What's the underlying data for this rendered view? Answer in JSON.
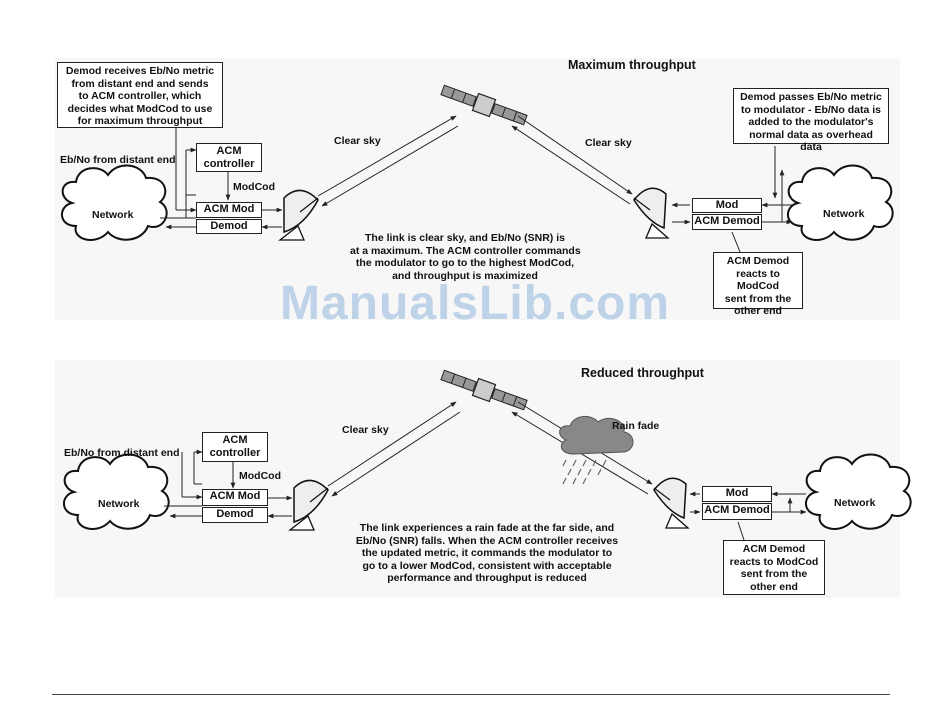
{
  "top": {
    "title": "Maximum throughput",
    "left_note": [
      "Demod receives Eb/No metric",
      "from distant end and sends",
      "to ACM controller, which",
      "decides what ModCod to use",
      "for maximum throughput"
    ],
    "right_note": [
      "Demod passes Eb/No metric",
      "to modulator - Eb/No data is",
      "added to the modulator's",
      "normal data as overhead data"
    ],
    "eb_no_label": "Eb/No from distant end",
    "acm_controller": [
      "ACM",
      "controller"
    ],
    "modcod": "ModCod",
    "acm_mod": "ACM Mod",
    "demod": "Demod",
    "mod": "Mod",
    "acm_demod": "ACM Demod",
    "network_left": "Network",
    "network_right": "Network",
    "clear_sky_left": "Clear sky",
    "clear_sky_right": "Clear sky",
    "center_text": [
      "The link is clear sky, and Eb/No (SNR) is",
      "at a maximum. The ACM controller commands",
      "the modulator to go to the highest ModCod,",
      "and throughput is maximized"
    ],
    "acm_demod_note": [
      "ACM Demod",
      "reacts to ModCod",
      "sent from the",
      "other end"
    ]
  },
  "watermark": "ManualsLib.com",
  "bottom": {
    "title": "Reduced throughput",
    "eb_no_label": "Eb/No from distant end",
    "acm_controller": [
      "ACM",
      "controller"
    ],
    "modcod": "ModCod",
    "acm_mod": "ACM Mod",
    "demod": "Demod",
    "mod": "Mod",
    "acm_demod": "ACM Demod",
    "network_left": "Network",
    "network_right": "Network",
    "clear_sky": "Clear sky",
    "rain_fade": "Rain fade",
    "center_text": [
      "The link experiences a rain fade at the far side, and",
      "Eb/No (SNR) falls. When the ACM controller receives",
      "the updated metric, it commands the modulator to",
      "go to a lower ModCod, consistent with acceptable",
      "performance and throughput is reduced"
    ],
    "acm_demod_note": [
      "ACM Demod",
      "reacts to ModCod",
      "sent from the",
      "other end"
    ]
  }
}
